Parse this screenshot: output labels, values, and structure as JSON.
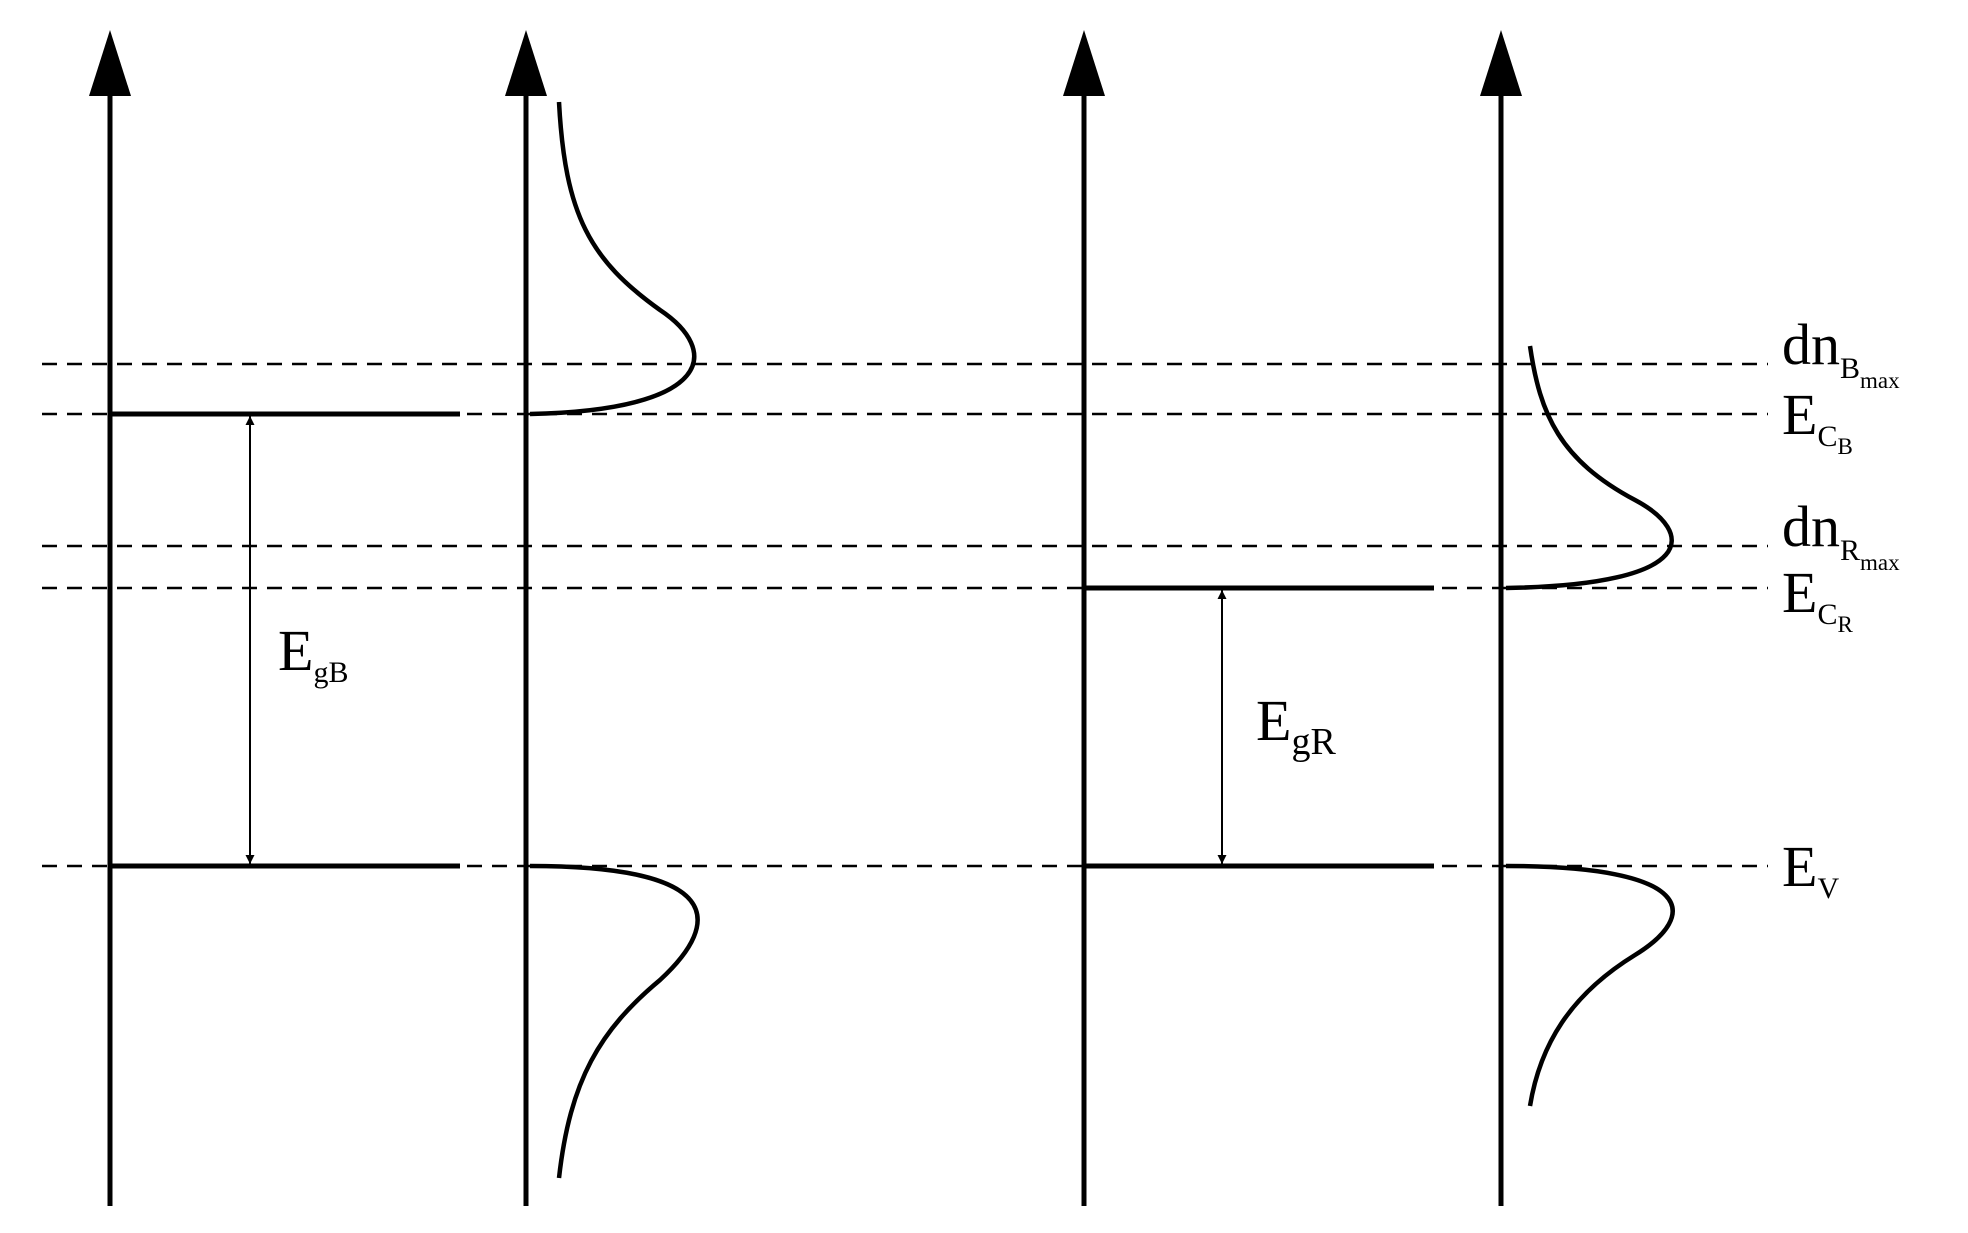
{
  "labels": {
    "dn_B_max": {
      "base": "dn",
      "sub": "B",
      "subsub": "max"
    },
    "E_C_B": {
      "base": "E",
      "sub": "C",
      "subsub": "B"
    },
    "dn_R_max": {
      "base": "dn",
      "sub": "R",
      "subsub": "max"
    },
    "E_C_R": {
      "base": "E",
      "sub": "C",
      "subsub": "R"
    },
    "E_V": {
      "base": "E",
      "sub": "V"
    },
    "E_gB": {
      "base": "E",
      "sub": "gB"
    },
    "E_gR": {
      "base": "E",
      "sub": "gR"
    }
  },
  "colors": {
    "stroke": "#000000",
    "background": "#ffffff"
  }
}
